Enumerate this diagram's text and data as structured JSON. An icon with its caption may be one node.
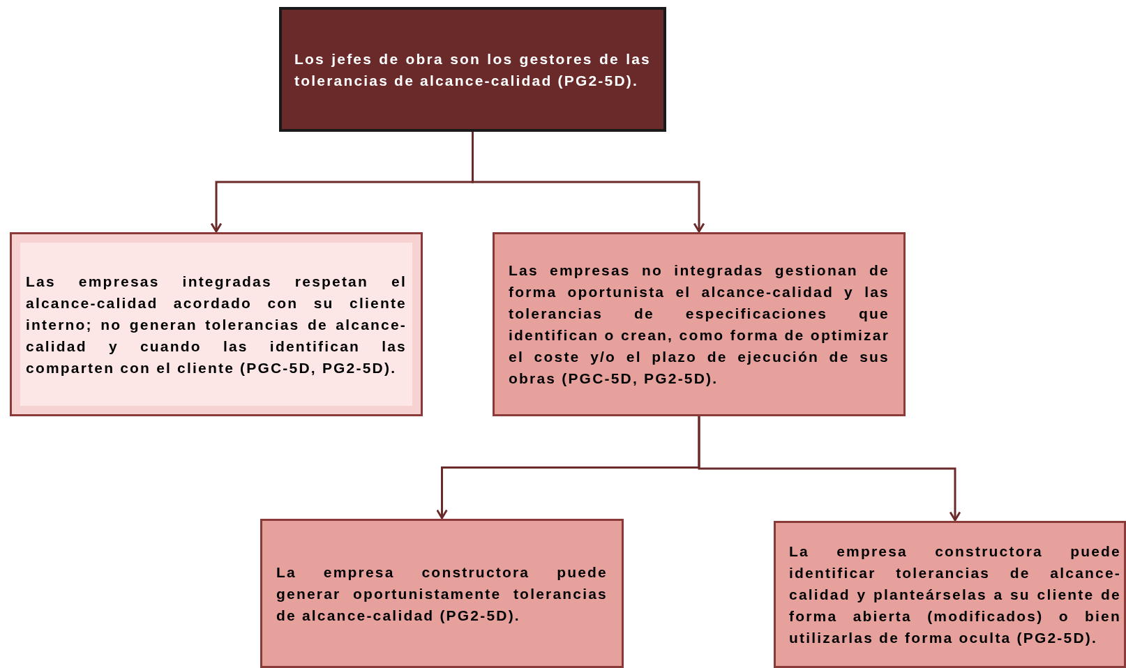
{
  "diagram": {
    "nodes": [
      {
        "text": [
          "Los jefes de obra son los gestores de las tolerancias de alcance-calidad (PG2-5D)."
        ]
      },
      {
        "text": [
          "Las empresas integradas respetan el alcance-calidad acordado con su cliente interno; no generan tolerancias de alcance-calidad y cuando las identifican las comparten con el cliente (PGC-5D, PG2-5D)."
        ]
      },
      {
        "text": [
          "Las empresas no integradas gestionan de forma oportunista el alcance-calidad y las tolerancias de especificaciones que identifican o crean, como forma de optimizar el coste y/o el plazo de ejecución de sus obras (PGC-5D, PG2-5D)."
        ]
      },
      {
        "text": [
          "La empresa constructora puede generar oportunistamente tolerancias de alcance-calidad (PG2-5D)."
        ]
      },
      {
        "text": [
          "La empresa constructora puede identificar tolerancias de alcance-calidad y planteárselas a su cliente de forma abierta (modificados) o bien utilizarlas de forma oculta (PG2-5D)."
        ]
      }
    ],
    "edges": [
      {
        "from": 0,
        "to": 1,
        "arrow": "to"
      },
      {
        "from": 0,
        "to": 2,
        "arrow": "to"
      },
      {
        "from": 2,
        "to": 3,
        "arrow": "to"
      },
      {
        "from": 2,
        "to": 4,
        "arrow": "to"
      }
    ]
  }
}
